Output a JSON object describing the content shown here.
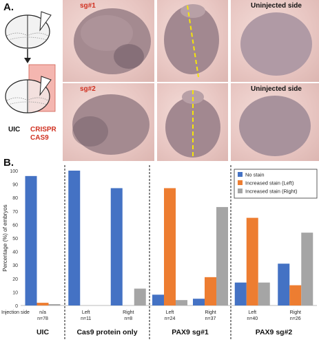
{
  "panel_a": {
    "letter": "A.",
    "photo_labels": [
      "sg#1",
      "Uninjected side",
      "sg#2",
      "Uninjected side"
    ],
    "schematic_labels": {
      "uic": "UIC",
      "crispr": "CRISPR",
      "cas9": "CAS9"
    }
  },
  "panel_b": {
    "letter": "B."
  },
  "colors": {
    "no_stain": "#4472c4",
    "increased_left": "#ed7d31",
    "increased_right": "#a5a5a5",
    "crispr_box": "#f4b6b0",
    "label_red": "#d03020",
    "dashed_line": "#f5e60a"
  },
  "chart_data": {
    "type": "bar",
    "ylabel": "Percentage (%) of embryos",
    "ylim": [
      0,
      100
    ],
    "yticks": [
      0,
      10,
      20,
      30,
      40,
      50,
      60,
      70,
      80,
      90,
      100
    ],
    "legend_position": "top-right",
    "xaxis_caption": "Injection side",
    "series": [
      {
        "name": "No stain"
      },
      {
        "name": "Increased stain (Left)"
      },
      {
        "name": "Increased stain (Right)"
      }
    ],
    "groups": [
      {
        "name": "UIC",
        "subgroups": [
          {
            "label": "n/a",
            "n": "n=78",
            "values": [
              96,
              2,
              1
            ]
          }
        ]
      },
      {
        "name": "Cas9 protein only",
        "subgroups": [
          {
            "label": "Left",
            "n": "n=11",
            "values": [
              100,
              0,
              0
            ]
          },
          {
            "label": "Right",
            "n": "n=8",
            "values": [
              87,
              0,
              12.5
            ]
          }
        ]
      },
      {
        "name": "PAX9 sg#1",
        "subgroups": [
          {
            "label": "Left",
            "n": "n=24",
            "values": [
              8,
              87,
              4
            ]
          },
          {
            "label": "Right",
            "n": "n=37",
            "values": [
              5,
              21,
              73
            ]
          }
        ]
      },
      {
        "name": "PAX9 sg#2",
        "subgroups": [
          {
            "label": "Left",
            "n": "n=40",
            "values": [
              17,
              65,
              17
            ]
          },
          {
            "label": "Right",
            "n": "n=26",
            "values": [
              31,
              15,
              54
            ]
          }
        ]
      }
    ]
  }
}
